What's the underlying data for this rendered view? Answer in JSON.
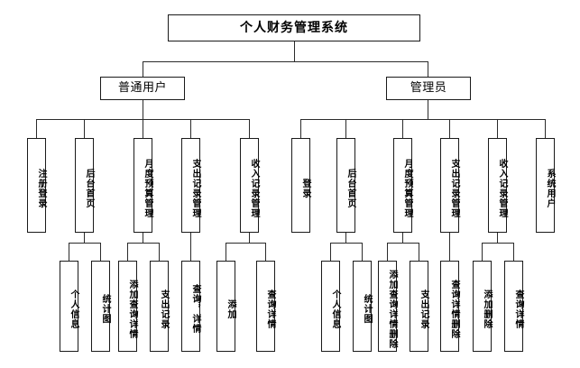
{
  "diagram": {
    "type": "tree-hierarchy",
    "title": "个人财务管理系统",
    "root": {
      "label": "个人财务管理系统"
    },
    "level2": [
      {
        "id": "normal-user",
        "label": "普通用户"
      },
      {
        "id": "admin",
        "label": "管理员"
      }
    ],
    "branches": {
      "normal_user": {
        "label": "普通用户",
        "children": [
          {
            "label": "注册登录",
            "children": []
          },
          {
            "label": "后台首页",
            "children": [
              {
                "label": "个人信息"
              },
              {
                "label": "统计图"
              }
            ]
          },
          {
            "label": "月度预算管理",
            "children": [
              {
                "label": "添加查询详情"
              },
              {
                "label": "支出记录"
              }
            ]
          },
          {
            "label": "支出记录管理",
            "children": [
              {
                "label": "查询，详情"
              }
            ]
          },
          {
            "label": "收入记录管理",
            "children": [
              {
                "label": "添加"
              },
              {
                "label": "查询详情"
              }
            ]
          }
        ]
      },
      "admin": {
        "label": "管理员",
        "children": [
          {
            "label": "登录",
            "children": []
          },
          {
            "label": "后台首页",
            "children": [
              {
                "label": "个人信息"
              },
              {
                "label": "统计图"
              }
            ]
          },
          {
            "label": "月度预算管理",
            "children": [
              {
                "label": "添加查询详情删除"
              },
              {
                "label": "支出记录"
              }
            ]
          },
          {
            "label": "支出记录管理",
            "children": [
              {
                "label": "查询详情删除"
              }
            ]
          },
          {
            "label": "收入记录管理",
            "children": [
              {
                "label": "添加删除"
              },
              {
                "label": "查询详情"
              }
            ]
          },
          {
            "label": "系统用户",
            "children": []
          }
        ]
      }
    },
    "colors": {
      "border": "#1a1a1a",
      "line": "#2b2b2b",
      "background": "#ffffff",
      "text": "#000000"
    }
  }
}
